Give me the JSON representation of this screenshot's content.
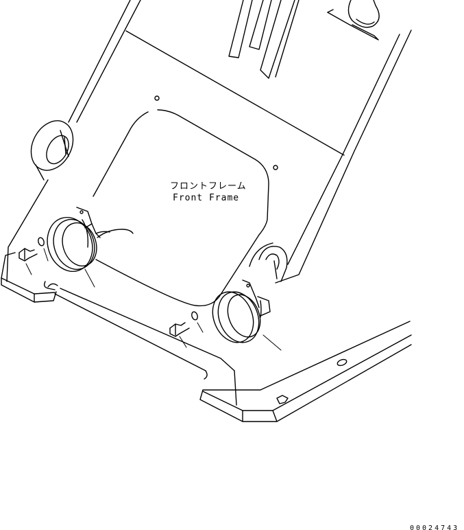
{
  "labels": {
    "part_name_ja": "フロントフレーム",
    "part_name_en": "Front Frame"
  },
  "drawing_code": "00024743",
  "colors": {
    "line": "#000000",
    "background": "#ffffff"
  }
}
